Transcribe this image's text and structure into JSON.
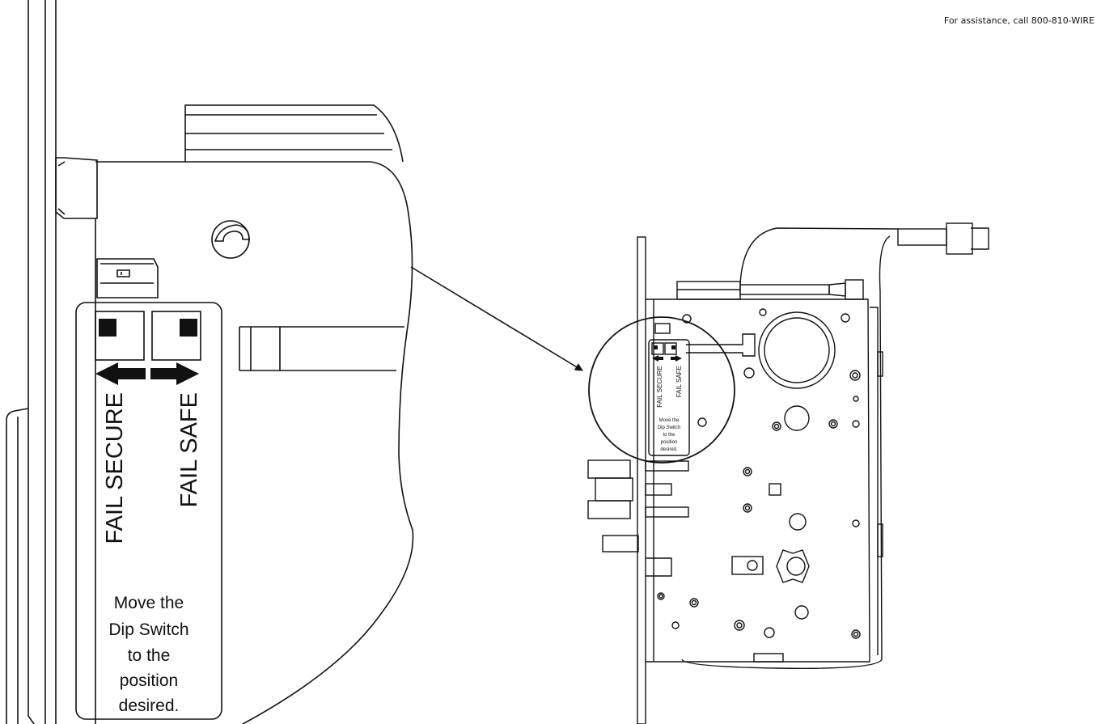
{
  "header": {
    "assistance": "For assistance, call 800-810-WIRE"
  },
  "label": {
    "fail_secure": "FAIL SECURE",
    "fail_safe": "FAIL SAFE",
    "instruction_lines": [
      "Move the",
      "Dip Switch",
      "to the",
      "position",
      "desired."
    ]
  }
}
